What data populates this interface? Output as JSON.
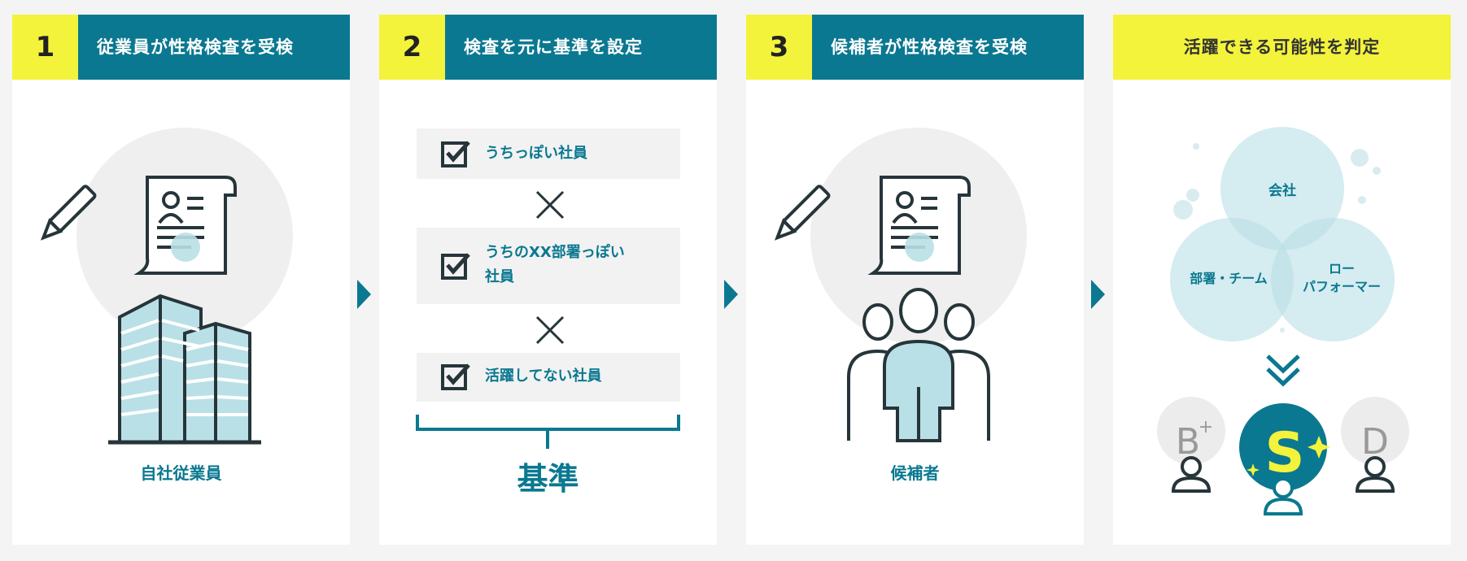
{
  "steps": [
    {
      "number": "1",
      "title": "従業員が性格検査を受検",
      "caption": "自社従業員"
    },
    {
      "number": "2",
      "title": "検査を元に基準を設定",
      "criteria": [
        "うちっぽい社員",
        "うちのXX部署っぽい社員",
        "活躍してない社員"
      ],
      "criteria_line1": "うちのXX部署っぽい",
      "criteria_line2": "社員",
      "result": "基準"
    },
    {
      "number": "3",
      "title": "候補者が性格検査を受検",
      "caption": "候補者"
    },
    {
      "title": "活躍できる可能性を判定",
      "venn": {
        "top": "会社",
        "left": "部署・チーム",
        "right_line1": "ロー",
        "right_line2": "パフォーマー"
      },
      "grades": [
        "B+",
        "S",
        "D"
      ],
      "grade_b": "B",
      "grade_b_sup": "+"
    }
  ],
  "colors": {
    "teal": "#0a7890",
    "yellow": "#f3f33c",
    "light_teal": "#b9e0e6",
    "dark": "#26353a"
  }
}
